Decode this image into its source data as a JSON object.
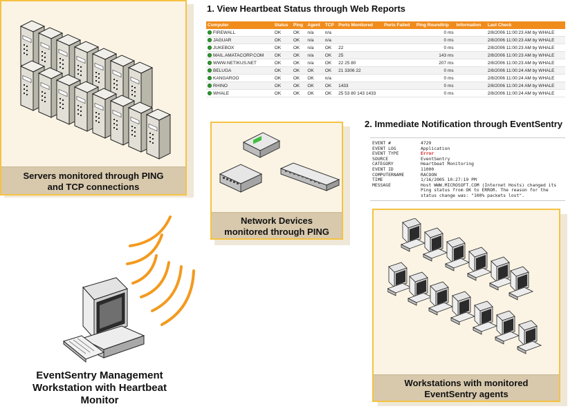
{
  "step1": {
    "title": "1. View Heartbeat Status through Web Reports"
  },
  "step2": {
    "title": "2. Immediate Notification through EventSentry"
  },
  "report": {
    "headers": [
      "Computer",
      "Status",
      "Ping",
      "Agent",
      "TCP",
      "Ports Monitored",
      "Ports Failed",
      "Ping Roundtrip",
      "Information",
      "Last Check"
    ],
    "rows": [
      [
        "FIREWALL",
        "OK",
        "OK",
        "n/a",
        "n/a",
        "",
        "",
        "0 ms",
        "",
        "2/8/2006 11:00:23 AM by WHALE"
      ],
      [
        "JAGUAR",
        "OK",
        "OK",
        "n/a",
        "n/a",
        "",
        "",
        "0 ms",
        "",
        "2/8/2006 11:00:23 AM by WHALE"
      ],
      [
        "JUKEBOX",
        "OK",
        "OK",
        "n/a",
        "OK",
        "22",
        "",
        "0 ms",
        "",
        "2/8/2006 11:00:23 AM by WHALE"
      ],
      [
        "MAIL.AMATACORP.COM",
        "OK",
        "OK",
        "n/a",
        "OK",
        "25",
        "",
        "143 ms",
        "",
        "2/8/2006 11:00:23 AM by WHALE"
      ],
      [
        "WWW.NETIKUS.NET",
        "OK",
        "OK",
        "n/a",
        "OK",
        "22 25 80",
        "",
        "207 ms",
        "",
        "2/8/2006 11:00:23 AM by WHALE"
      ],
      [
        "BELUGA",
        "OK",
        "OK",
        "OK",
        "OK",
        "21 3306 22",
        "",
        "0 ms",
        "",
        "2/8/2006 11:00:24 AM by WHALE"
      ],
      [
        "KANGAROO",
        "OK",
        "OK",
        "OK",
        "n/a",
        "",
        "",
        "0 ms",
        "",
        "2/8/2006 11:00:24 AM by WHALE"
      ],
      [
        "RHINO",
        "OK",
        "OK",
        "OK",
        "OK",
        "1433",
        "",
        "0 ms",
        "",
        "2/8/2006 11:00:24 AM by WHALE"
      ],
      [
        "WHALE",
        "OK",
        "OK",
        "OK",
        "OK",
        "25 53 80 143 1433",
        "",
        "0 ms",
        "",
        "2/8/2006 11:00:24 AM by WHALE"
      ]
    ]
  },
  "event": [
    {
      "key": "EVENT #",
      "value": "4729"
    },
    {
      "key": "EVENT LOG",
      "value": "Application"
    },
    {
      "key": "EVENT TYPE",
      "value": "Error"
    },
    {
      "key": "SOURCE",
      "value": "EventSentry"
    },
    {
      "key": "CATEGORY",
      "value": "Heartbeat Monitoring"
    },
    {
      "key": "EVENT ID",
      "value": "11000"
    },
    {
      "key": "COMPUTERNAME",
      "value": "RACOON"
    },
    {
      "key": "TIME",
      "value": "1/16/2005 10:27:19 PM"
    },
    {
      "key": "MESSAGE",
      "value": "Host WWW.MICROSOFT.COM (Internet Hosts) changed its Ping status from OK to ERROR. The reason for the status change was: \"100% packets lost\"."
    }
  ],
  "captions": {
    "servers": "Servers monitored through PING and TCP connections",
    "network": "Network Devices monitored through PING",
    "workstations": "Workstations with monitored EventSentry agents"
  },
  "workstation": {
    "title": "EventSentry Management Workstation with Heartbeat Monitor"
  },
  "colors": {
    "accent": "#f08c1c",
    "frame": "#f5c242",
    "caption_bg": "#d8c9ad",
    "status_ok": "#2a9d2a"
  }
}
